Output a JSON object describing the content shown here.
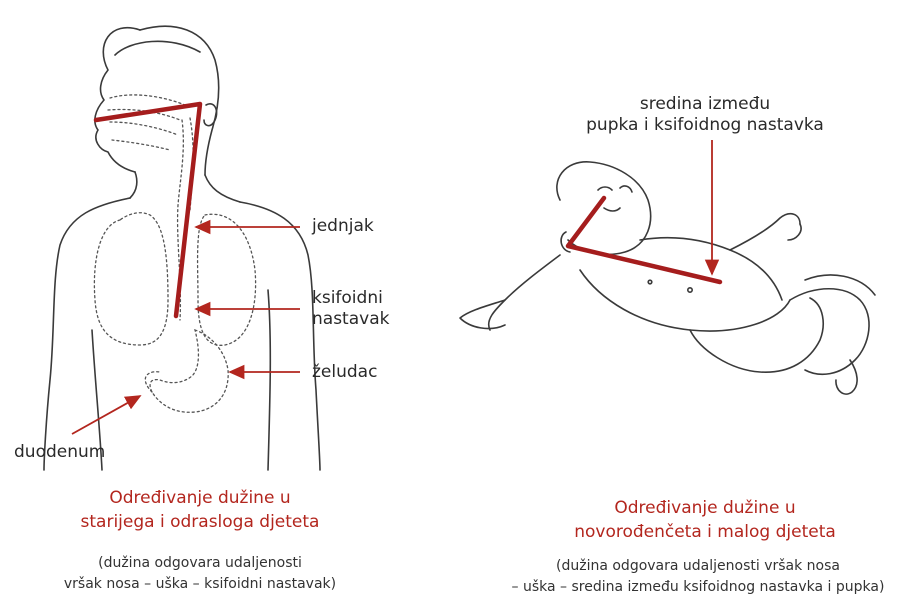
{
  "colors": {
    "measure_line": "#a51d1d",
    "pointer_arrow": "#b3261e",
    "outline": "#3a3a3a",
    "caption_title": "#b3261e"
  },
  "left_figure": {
    "labels": {
      "esophagus": "jednjak",
      "xiphoid_line1": "ksifoidni",
      "xiphoid_line2": "nastavak",
      "stomach": "želudac",
      "duodenum": "duodenum"
    },
    "caption": {
      "title_line1": "Određivanje dužine u",
      "title_line2": "starijega i odrasloga djeteta",
      "note_line1": "(dužina odgovara udaljenosti",
      "note_line2": "vršak nosa – uška – ksifoidni nastavak)"
    }
  },
  "right_figure": {
    "labels": {
      "midpoint_line1": "sredina između",
      "midpoint_line2": "pupka i ksifoidnog nastavka"
    },
    "caption": {
      "title_line1": "Određivanje dužine u",
      "title_line2": "novorođenčeta i malog djeteta",
      "note_line1": "(dužina odgovara udaljenosti vršak nosa",
      "note_line2": "– uška – sredina između ksifoidnog nastavka i pupka)"
    }
  }
}
